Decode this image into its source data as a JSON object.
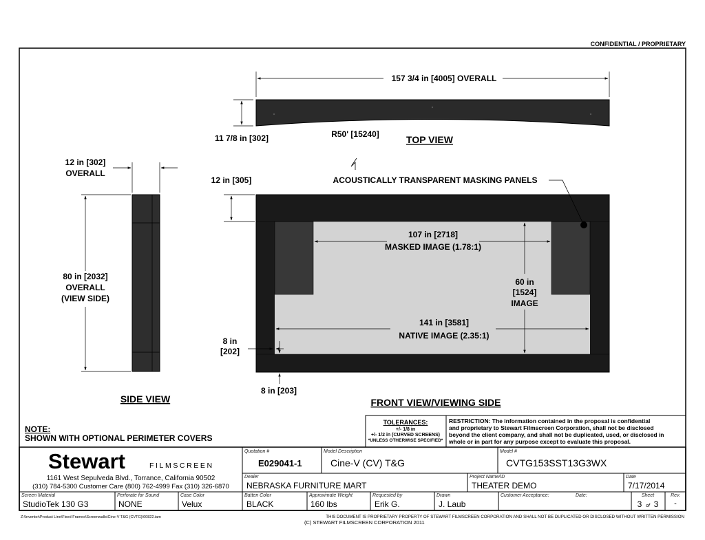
{
  "header": {
    "confidential": "CONFIDENTIAL / PROPRIETARY"
  },
  "views": {
    "top_view": {
      "title": "TOP VIEW",
      "overall_width": "157 3/4 in [4005] OVERALL",
      "depth": "11 7/8 in [302]",
      "radius": "R50' [15240]"
    },
    "side_view": {
      "title": "SIDE VIEW",
      "depth_line1": "12 in [302]",
      "depth_line2": "OVERALL",
      "height_line1": "80 in [2032]",
      "height_line2": "OVERALL",
      "height_line3": "(VIEW SIDE)"
    },
    "front_view": {
      "title": "FRONT VIEW/VIEWING SIDE",
      "top_border": "12 in [305]",
      "panels_label": "ACOUSTICALLY TRANSPARENT MASKING PANELS",
      "masked_width": "107 in [2718]",
      "masked_label": "MASKED IMAGE (1.78:1)",
      "image_height_line1": "60 in",
      "image_height_line2": "[1524]",
      "image_height_line3": "IMAGE",
      "native_width": "141 in [3581]",
      "native_label": "NATIVE IMAGE (2.35:1)",
      "side_border_line1": "8 in",
      "side_border_line2": "[202]",
      "bottom_border": "8 in [203]"
    }
  },
  "note": {
    "title": "NOTE:",
    "text": "SHOWN WITH OPTIONAL PERIMETER COVERS"
  },
  "tolerances": {
    "title": "TOLERANCES:",
    "line1": "+/- 1/8 in",
    "line2": "+/- 1/2 in (CURVED SCREENS)",
    "line3": "*UNLESS OTHERWISE SPECIFIED*"
  },
  "restriction": {
    "line1": "RESTRICTION: The information contained in the proposal is confidential",
    "line2": "and proprietary to Stewart Filmscreen Corporation, shall not be disclosed",
    "line3": "beyond the client company, and shall not be duplicated, used, or disclosed in",
    "line4": "whole or in part for any purpose except to evaluate this proposal."
  },
  "company": {
    "name": "Stewart",
    "sub": "FILMSCREEN",
    "address": "1161 West Sepulveda Blvd., Torrance, California 90502",
    "phones": "(310) 784-5300 Customer Care (800) 762-4999 Fax (310) 326-6870"
  },
  "title_block": {
    "quotation_label": "Quotation #",
    "quotation": "E029041-1",
    "model_desc_label": "Model Description",
    "model_desc": "Cine-V (CV) T&G",
    "model_label": "Model #",
    "model": "CVTG153SST13G3WX",
    "dealer_label": "Dealer",
    "dealer": "NEBRASKA FURNITURE MART",
    "project_label": "Project Name/ID",
    "project": "THEATER DEMO",
    "date_label": "Date",
    "date": "7/17/2014",
    "screen_material_label": "Screen Material",
    "screen_material": "StudioTek 130 G3",
    "perforate_label": "Perforate for Sound",
    "perforate": "NONE",
    "case_color_label": "Case Color",
    "case_color": "Velux",
    "batten_label": "Batten Color",
    "batten": "BLACK",
    "weight_label": "Approximate Weight",
    "weight": "160 lbs",
    "requested_label": "Requested by",
    "requested": "Erik G.",
    "drawn_label": "Drawn",
    "drawn": "J. Laub",
    "acceptance_label": "Customer Acceptance:",
    "acceptance_date_label": "Date:",
    "sheet_label": "Sheet",
    "sheet_num": "3",
    "sheet_of": "of",
    "sheet_total": "3",
    "rev_label": "Rev.",
    "rev": "-"
  },
  "footer": {
    "path": "Z:\\Inventor\\Product Line\\Fixed Frames\\Screenwalls\\Cine-V T&G (CVTG)\\00822.iam",
    "notice": "THIS DOCUMENT IS PROPRIETARY PROPERTY OF STEWART FILMSCREEN CORPORATION AND SHALL NOT BE DUPLICATED OR DISCLOSED WITHOUT WRITTEN PERMISSION",
    "copyright": "(C) STEWART FILMSCREEN CORPORATION 2011"
  }
}
